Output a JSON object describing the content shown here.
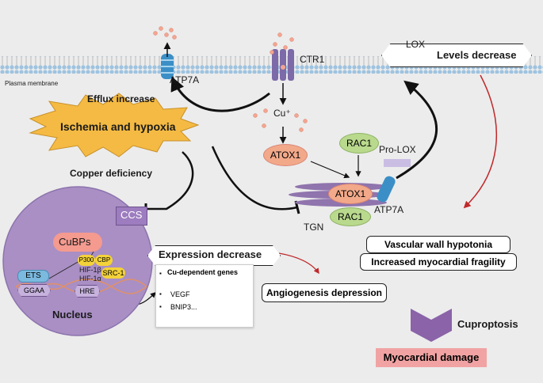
{
  "membrane": {
    "label": "Plasma membrane"
  },
  "transporters": {
    "ctr1": "CTR1",
    "atp7a_top": "ATP7A",
    "atp7a_tgn": "ATP7A"
  },
  "copper": {
    "ion": "Cu⁺"
  },
  "proteins": {
    "atox1_a": "ATOX1",
    "atox1_b": "ATOX1",
    "rac1_a": "RAC1",
    "rac1_b": "RAC1",
    "pro_lox": "Pro-LOX",
    "lox": "LOX",
    "ccs": "CCS",
    "cubps": "CuBPs"
  },
  "labels": {
    "efflux": "Efflux increase",
    "ischemia": "Ischemia and hypoxia",
    "copper_deficiency": "Copper deficiency",
    "tgn": "TGN",
    "nucleus": "Nucleus",
    "levels_decrease": "Levels decrease",
    "expression_decrease": "Expression decrease",
    "vascular": "Vascular wall hypotonia",
    "fragility": "Increased myocardial fragility",
    "angiogenesis": "Angiogenesis depression",
    "cuproptosis": "Cuproptosis",
    "myocardial_damage": "Myocardial damage"
  },
  "nucleus_factors": {
    "ets": "ETS",
    "ggaa": "GGAA",
    "hre": "HRE",
    "p300": "P300",
    "cbp": "CBP",
    "hif1b": "HIF-1β",
    "hif1a": "HIF-1α",
    "src1": "SRC-1"
  },
  "genes": {
    "title": "Cu-dependent genes",
    "items": [
      "VEGF",
      "BNIP3..."
    ]
  },
  "colors": {
    "atox": "#f2a98a",
    "rac": "#b9d98d",
    "nucleus": "#a98fc4",
    "ccs": "#9d7cbf",
    "cubps": "#f49a8f",
    "damage": "#f1a3a3",
    "lox": "#c9bde3",
    "red_arrow": "#c0282a"
  }
}
